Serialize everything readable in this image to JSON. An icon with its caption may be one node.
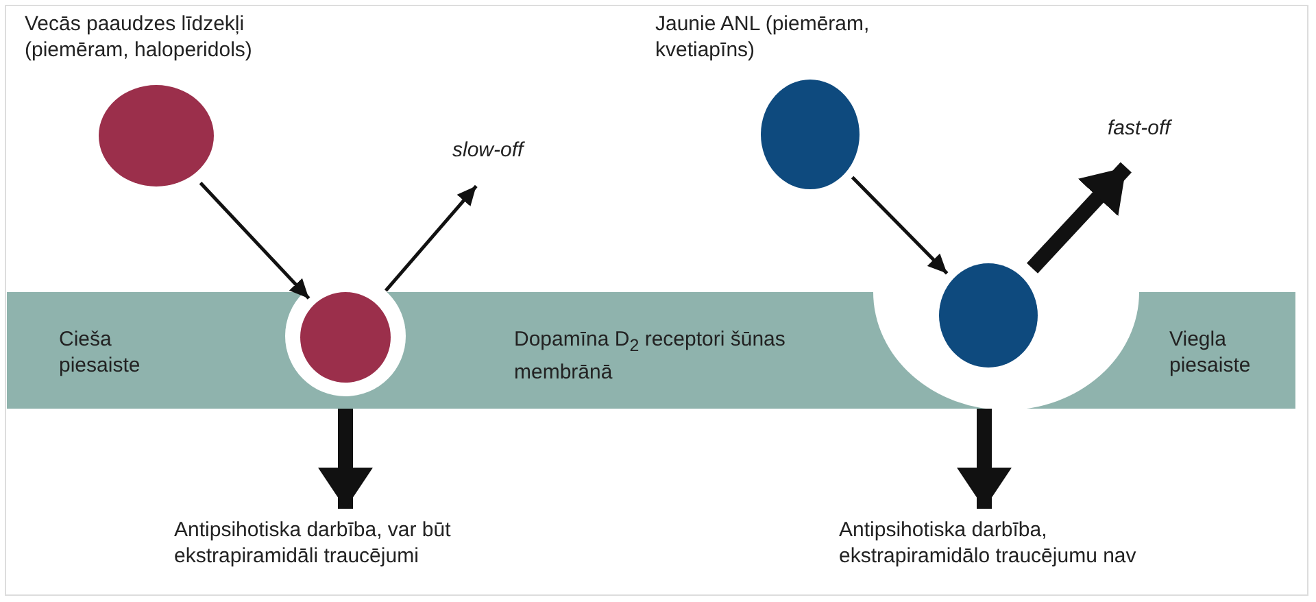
{
  "diagram": {
    "nodes": [
      {
        "text": [
          "Vecās paaudzes līdzekļi (piemēram, haloperidols)"
        ]
      },
      {
        "text": [
          "slow-off"
        ]
      },
      {
        "text": [
          "Jaunie ANL (piemēram, kvetiapīns)"
        ]
      },
      {
        "text": [
          "fast-off"
        ]
      },
      {
        "text": [
          "Cieša piesaiste",
          "Dopamīna D$_{2}$ receptori šūnas membrānā",
          "Viegla piesaiste"
        ]
      },
      {
        "text": [],
        "shape": "circle",
        "in": 4
      },
      {
        "text": [],
        "shape": "circle"
      },
      {
        "text": [
          "Antipsihotiska darbība, var būt ekstrapiramidāli traucējumi"
        ]
      },
      {
        "text": [
          "Antipsihotiska darbība, ekstrapiramidālo traucējumu nav"
        ]
      }
    ],
    "edges": [
      {
        "from": 0,
        "to": 5,
        "arrow": "to"
      },
      {
        "from": 5,
        "to": 1,
        "arrow": "to"
      },
      {
        "from": 2,
        "to": 6,
        "arrow": "to"
      },
      {
        "from": 6,
        "to": 3,
        "arrow": "to",
        "style": "thick"
      },
      {
        "from": 4,
        "to": 7,
        "arrow": "to",
        "style": "thick"
      },
      {
        "from": 4,
        "to": 8,
        "arrow": "to",
        "style": "thick"
      }
    ]
  }
}
